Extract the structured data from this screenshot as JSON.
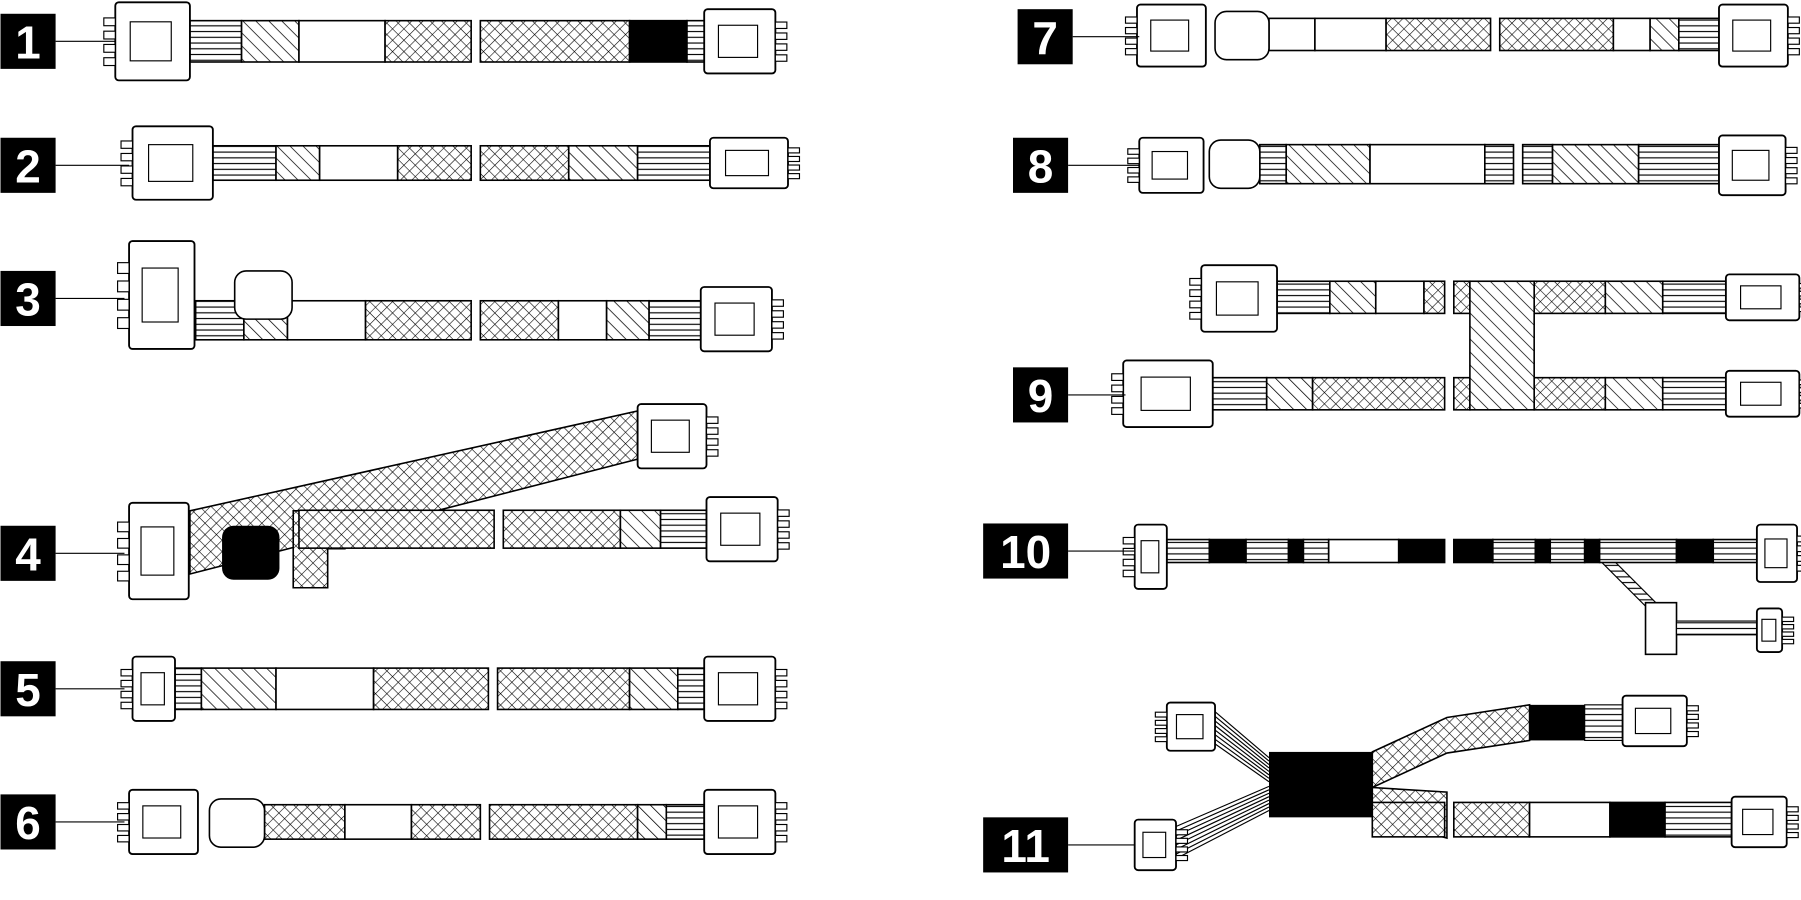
{
  "diagram": {
    "callouts": [
      "1",
      "2",
      "3",
      "4",
      "5",
      "6",
      "7",
      "8",
      "9",
      "10",
      "11"
    ],
    "colors": {
      "ink": "#000000",
      "background": "#ffffff"
    }
  }
}
